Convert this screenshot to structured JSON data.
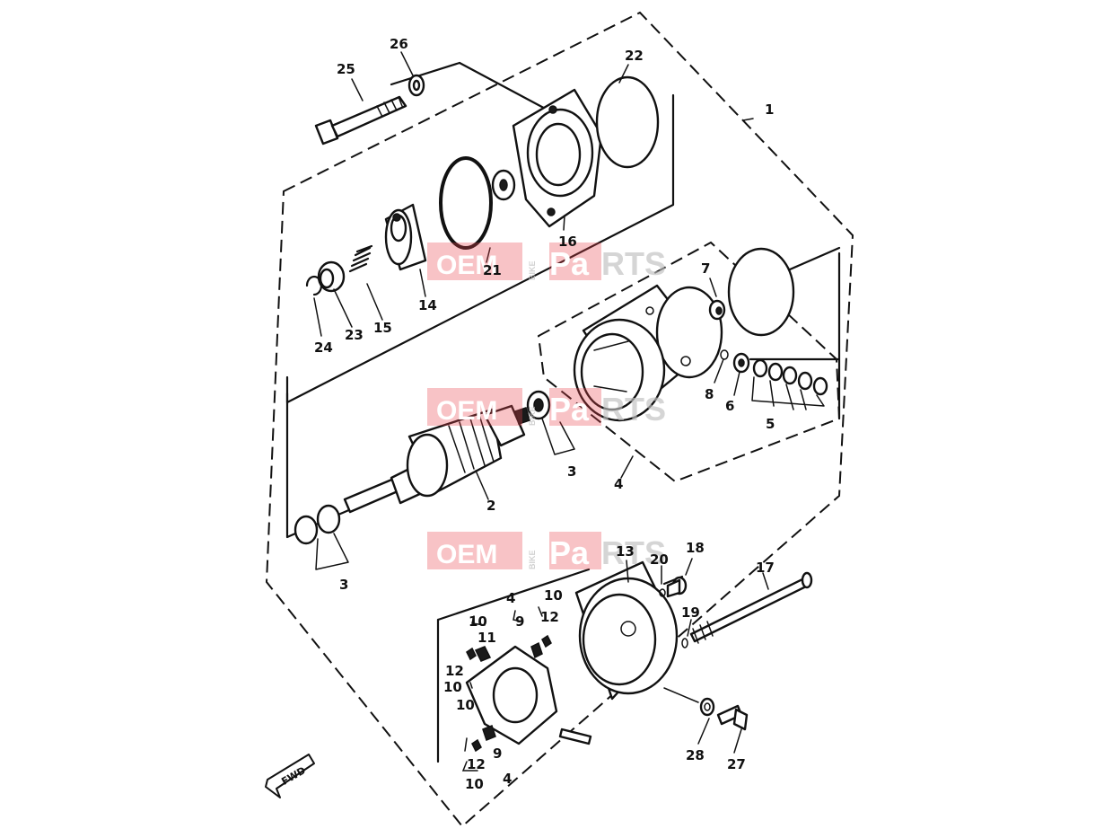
{
  "diagram": {
    "callouts": {
      "c1": "1",
      "c2": "2",
      "c3a": "3",
      "c3b": "3",
      "c4a": "4",
      "c4b": "4",
      "c4c": "4",
      "c5": "5",
      "c6": "6",
      "c7": "7",
      "c8": "8",
      "c9a": "9",
      "c9b": "9",
      "c10a": "10",
      "c10b": "10",
      "c10c": "10",
      "c10d": "10",
      "c10e": "10",
      "c11": "11",
      "c12a": "12",
      "c12b": "12",
      "c12c": "12",
      "c13": "13",
      "c14": "14",
      "c15": "15",
      "c16": "16",
      "c17": "17",
      "c18": "18",
      "c19": "19",
      "c20": "20",
      "c21": "21",
      "c22": "22",
      "c23": "23",
      "c24": "24",
      "c25": "25",
      "c26": "26",
      "c27": "27",
      "c28": "28"
    },
    "fwd_label": "FWD"
  },
  "watermark": {
    "left": "OEM",
    "middle": "BIKE",
    "pa": "Pa",
    "rts": "RTS"
  },
  "colors": {
    "line": "#111111",
    "watermark_red": "#e8434d",
    "watermark_grey": "#bfbfbf"
  }
}
